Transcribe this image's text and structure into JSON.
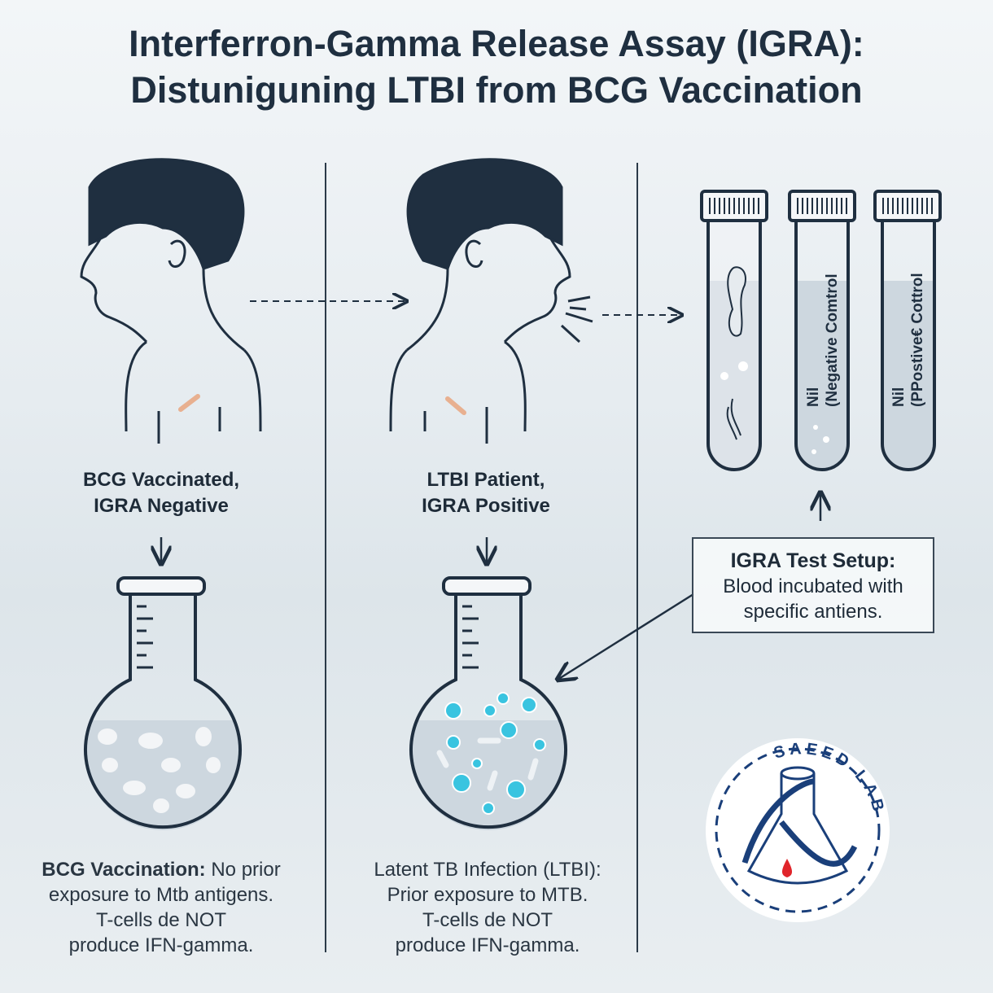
{
  "title": {
    "line1": "Interferron-Gamma Release Assay (IGRA):",
    "line2": "Distuniguning LTBI from BCG Vaccination"
  },
  "left": {
    "label_line1": "BCG Vaccinated,",
    "label_line2": "IGRA Negative",
    "desc": [
      "BCG Vaccination: No prior",
      "exposure to Mtb antigens.",
      "T-cells de NOT",
      "produce IFN-gamma."
    ],
    "desc_bold": "BCG Vaccination:"
  },
  "middle": {
    "label_line1": "LTBI Patient,",
    "label_line2": "IGRA Positive",
    "desc": [
      "Latent TB Infection (LTBI):",
      "Prior exposure to MTB.",
      "T-cells de NOT",
      "produce IFN-gamma."
    ]
  },
  "tubes": [
    {
      "label1": "Nil",
      "label2": "(Negative Comtrol"
    },
    {
      "label1": "Nil",
      "label2": "(PPostive€ Cottrol"
    }
  ],
  "setup_box": {
    "title": "IGRA Test Setup:",
    "line1": "Blood incubated with",
    "line2": "specific antiens."
  },
  "logo": {
    "text": "SAEED LAB"
  },
  "colors": {
    "ink": "#1f2f40",
    "logo_blue": "#1a3f7a",
    "drop": "#e0252b",
    "bead": "#39c4e0"
  }
}
